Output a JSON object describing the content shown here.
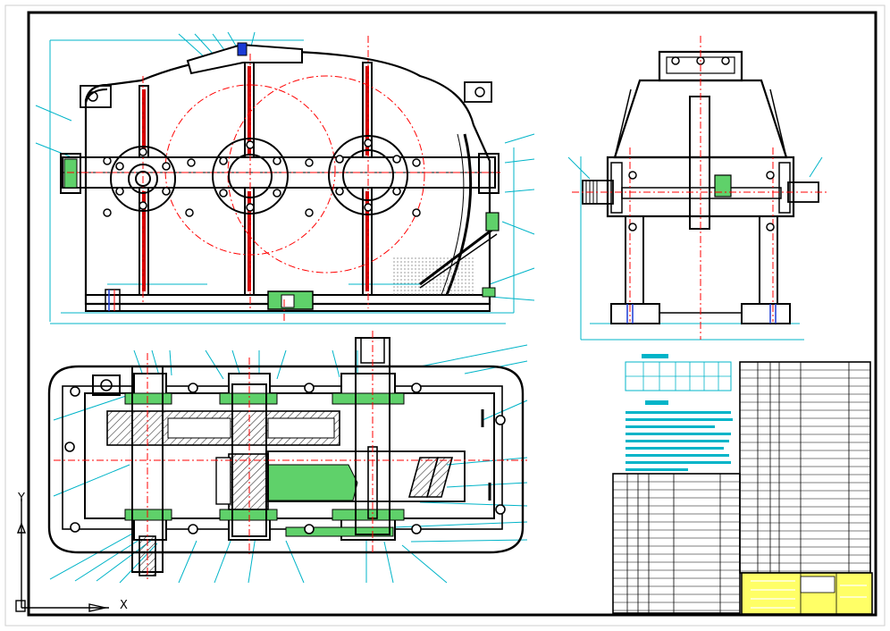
{
  "drawing": {
    "ucs": {
      "x_label": "X",
      "y_label": "Y"
    },
    "colors": {
      "background": "#ffffff",
      "outline": "#000000",
      "centerline": "#ff0000",
      "dimension": "#00b4c8",
      "section_fill": "#5fd16a",
      "title_block": "#ffff66",
      "hatch": "#444444"
    },
    "views": [
      "front-view",
      "side-view",
      "top-section-view"
    ]
  }
}
